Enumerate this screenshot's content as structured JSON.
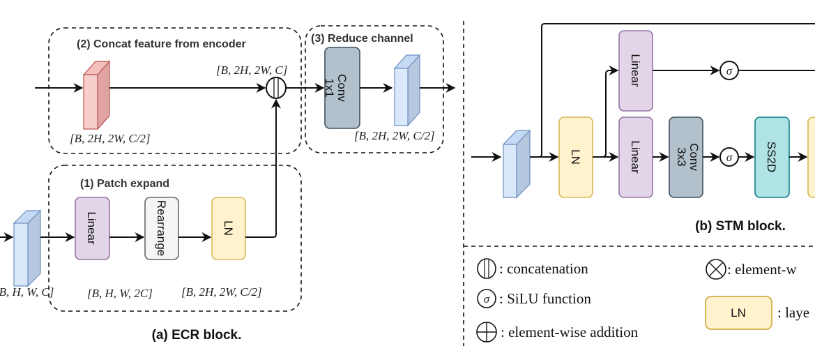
{
  "ecr": {
    "caption": "(a) ECR block.",
    "group_concat_title": "(2) Concat feature from encoder",
    "group_reduce_title": "(3) Reduce channel",
    "group_patch_title": "(1) Patch expand",
    "blocks": {
      "conv1x1": [
        "Conv",
        "1x1"
      ],
      "linear": "Linear",
      "rearrange": "Rearrange",
      "ln": "LN"
    },
    "shapes": {
      "concat_out": "[B, 2H, 2W, C]",
      "encoder_feat": "[B, 2H, 2W, C/2]",
      "reduce_out": "[B, 2H, 2W, C/2]",
      "input": "[B, H, W, C]",
      "linear_out": "[B, H, W, 2C]",
      "ln_out": "[B, 2H, 2W, C/2]"
    }
  },
  "stm": {
    "caption": "(b) STM block.",
    "blocks": {
      "ln": "LN",
      "linear_top": "Linear",
      "linear_bottom": "Linear",
      "conv3x3": [
        "Conv",
        "3x3"
      ],
      "ss2d": "SS2D"
    },
    "sigma": "σ"
  },
  "legend": {
    "concat": ": concatenation",
    "silu": ": SiLU function",
    "add": ": element-wise addition",
    "mul": ": element-w",
    "ln_box": "LN",
    "ln_desc": ": laye"
  },
  "colors": {
    "linear_fill": "#e1d5e7",
    "linear_stroke": "#9673a6",
    "ln_fill": "#fff2cc",
    "ln_stroke": "#d6b656",
    "rearrange_fill": "#f5f5f5",
    "rearrange_stroke": "#666666",
    "conv_fill": "#b3c1cc",
    "conv_stroke": "#3f505c",
    "ss2d_fill": "#b0e3e6",
    "ss2d_stroke": "#0e8088",
    "feature_blue": "#dae8fc",
    "feature_red": "#f8cecc"
  }
}
